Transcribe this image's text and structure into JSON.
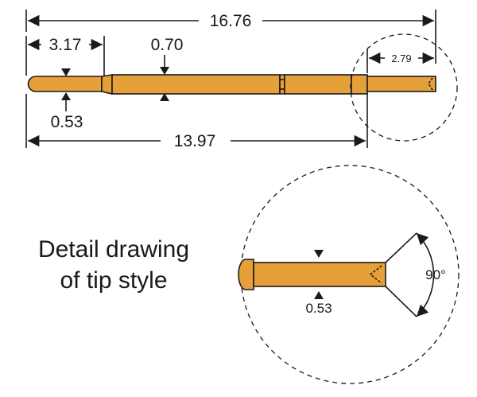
{
  "dimensions": {
    "overall_length": "16.76",
    "first_section": "3.17",
    "body_diameter": "0.70",
    "tip_length": "2.79",
    "tip_diameter": "0.53",
    "barrel_length": "13.97"
  },
  "detail": {
    "caption_line1": "Detail drawing",
    "caption_line2": "of tip style",
    "tip_diameter": "0.53",
    "tip_angle": "90°"
  },
  "colors": {
    "pin_fill": "#e6a03a",
    "line": "#1a1a1a"
  }
}
